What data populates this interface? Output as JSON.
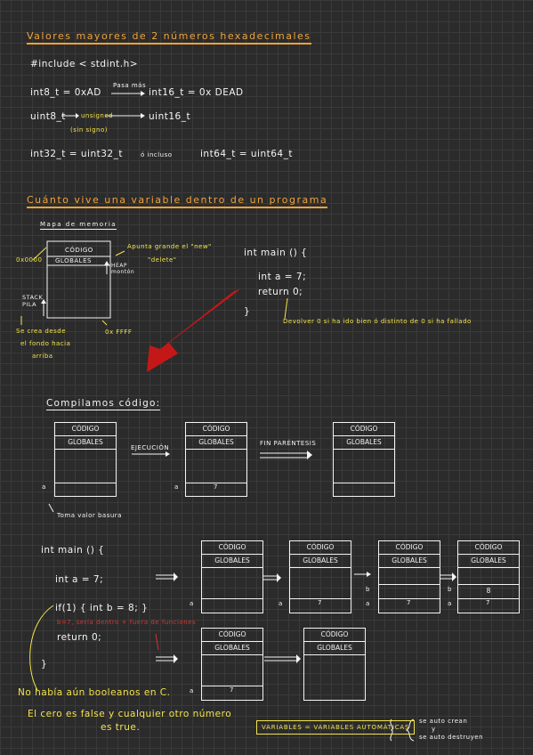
{
  "section1": {
    "title": "Valores mayores de 2 números hexadecimales",
    "include": "#include < stdint.h>",
    "line1_left": "int8_t = 0xAD",
    "line1_arrow_label": "Pasa más",
    "line1_right": "int16_t = 0x DEAD",
    "line2_left": "uint8_t",
    "line2_note": "unsigned",
    "line2_note2": "(sin signo)",
    "line2_right": "uint16_t",
    "line3_left": "int32_t = uint32_t",
    "line3_mid": "ó incluso",
    "line3_right": "int64_t = uint64_t"
  },
  "section2": {
    "title": "Cuánto vive una variable dentro de un programa",
    "subtitle": "Mapa de memoria",
    "mem_codigo": "CÓDIGO",
    "mem_globales": "GLOBALES",
    "addr_top": "0x0000",
    "addr_bottom": "0x FFFF",
    "heap_label": "HEAP\nmontón",
    "stack_label": "STACK\nPILA",
    "stack_note1": "Se crea desde",
    "stack_note2": "el fondo hacia",
    "stack_note3": "arriba",
    "pointer_note1": "Apunta grande el \"new\"",
    "pointer_note2": "\"delete\"",
    "code1": "int main () {",
    "code2": "int a = 7;",
    "code3": "return 0;",
    "code4": "}",
    "return_note": "Devolver 0 si ha ido bien ó distinto de 0 si ha fallado"
  },
  "section3": {
    "title": "Compilamos código:",
    "codigo": "CÓDIGO",
    "globales": "GLOBALES",
    "var_a": "a",
    "val_7": "7",
    "arrow1": "EJECUCIÓN",
    "arrow2": "FIN PARÉNTESIS",
    "note": "Toma valor basura"
  },
  "section4": {
    "code1": "int main () {",
    "code2": "int a = 7;",
    "code3": "if(1) { int b = 8; }",
    "code3_note": "b=7, sería dentro + fuera de funciones",
    "code4": "return 0;",
    "code5": "}",
    "codigo": "CÓDIGO",
    "globales": "GLOBALES",
    "var_a": "a",
    "var_b": "b",
    "val_7": "7",
    "val_8": "8",
    "note1": "No había aún booleanos en C.",
    "note2": "El cero es false y cualquier otro número",
    "note3": "es true.",
    "box_label": "VARIABLES = VARIABLES AUTOMÁTICAS",
    "brace_note1": "se auto crean",
    "brace_note2": "y",
    "brace_note3": "se auto destruyen"
  }
}
